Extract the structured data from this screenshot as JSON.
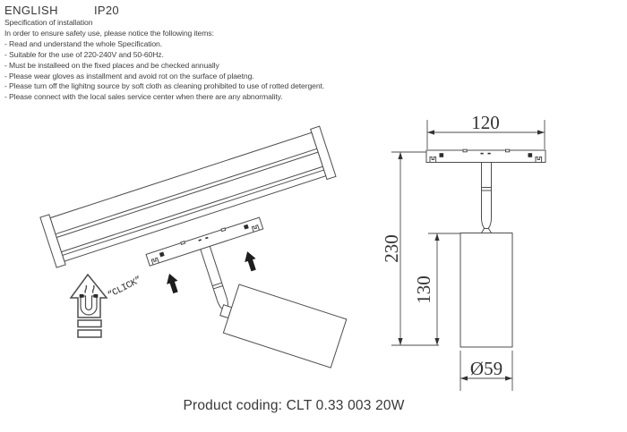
{
  "colors": {
    "background": "#ffffff",
    "ink_text": "#3a3a3a",
    "line": "#4d4d4d",
    "solid_black": "#222222"
  },
  "header": {
    "language": "ENGLISH",
    "ip_rating": "IP20"
  },
  "spec": {
    "title": "Specification of installation",
    "intro": "In order to ensure safety use, please notice the following items:",
    "items": [
      "- Read and understand the whole Specification.",
      "- Suitable for the use of 220-240V and 50-60Hz.",
      "- Must be installeed on the fixed places and be checked annually",
      "- Please wear gloves as installment and avoid rot on the surface of plaetng.",
      "- Please tum off the lighitng source by soft cloth as cleaning prohibited to use of rotted detergent.",
      "- Please connect with the local sales service center when there are any abnormality."
    ]
  },
  "diagram": {
    "click_label": "“CLICK”",
    "dimensions": {
      "adapter_length": "120",
      "total_height": "230",
      "body_height": "130",
      "body_diameter": "Ø59"
    }
  },
  "footer": {
    "product_coding": "Product coding: CLT 0.33 003 20W"
  }
}
